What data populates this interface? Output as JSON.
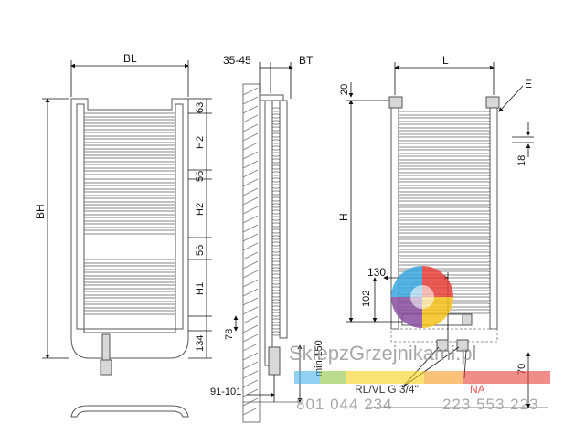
{
  "front_view": {
    "width_label": "BL",
    "height_label": "BH",
    "segments": [
      "63",
      "H2",
      "56",
      "H2",
      "56",
      "H1",
      "78",
      "134"
    ]
  },
  "side_view": {
    "wall_distance": "35-45",
    "depth_label": "BT",
    "min_height": "min-150",
    "offset": "91-101"
  },
  "back_view": {
    "top_offset": "20",
    "length_label": "L",
    "element_label": "E",
    "bar_pitch": "18",
    "height_label": "H",
    "pipe_spacing": "130",
    "connection_height": "102",
    "connection_label": "RL/VL G 3/4\"",
    "na_label": "NA",
    "floor_offset": "70"
  },
  "watermark": {
    "brand": "SklepzGrzejnikami.pl",
    "phone_1": "801 044 234",
    "phone_2": "223 553 223"
  },
  "colors": {
    "logo_blue": "#3aa8e0",
    "logo_red": "#e8423b",
    "logo_yellow": "#f6c21c",
    "logo_purple": "#8a4ea0",
    "bar_blue": "#4ab4e8",
    "bar_green": "#8cc63f",
    "bar_yellow": "#f7d117",
    "bar_orange": "#f59a23",
    "bar_red": "#e8423b"
  }
}
